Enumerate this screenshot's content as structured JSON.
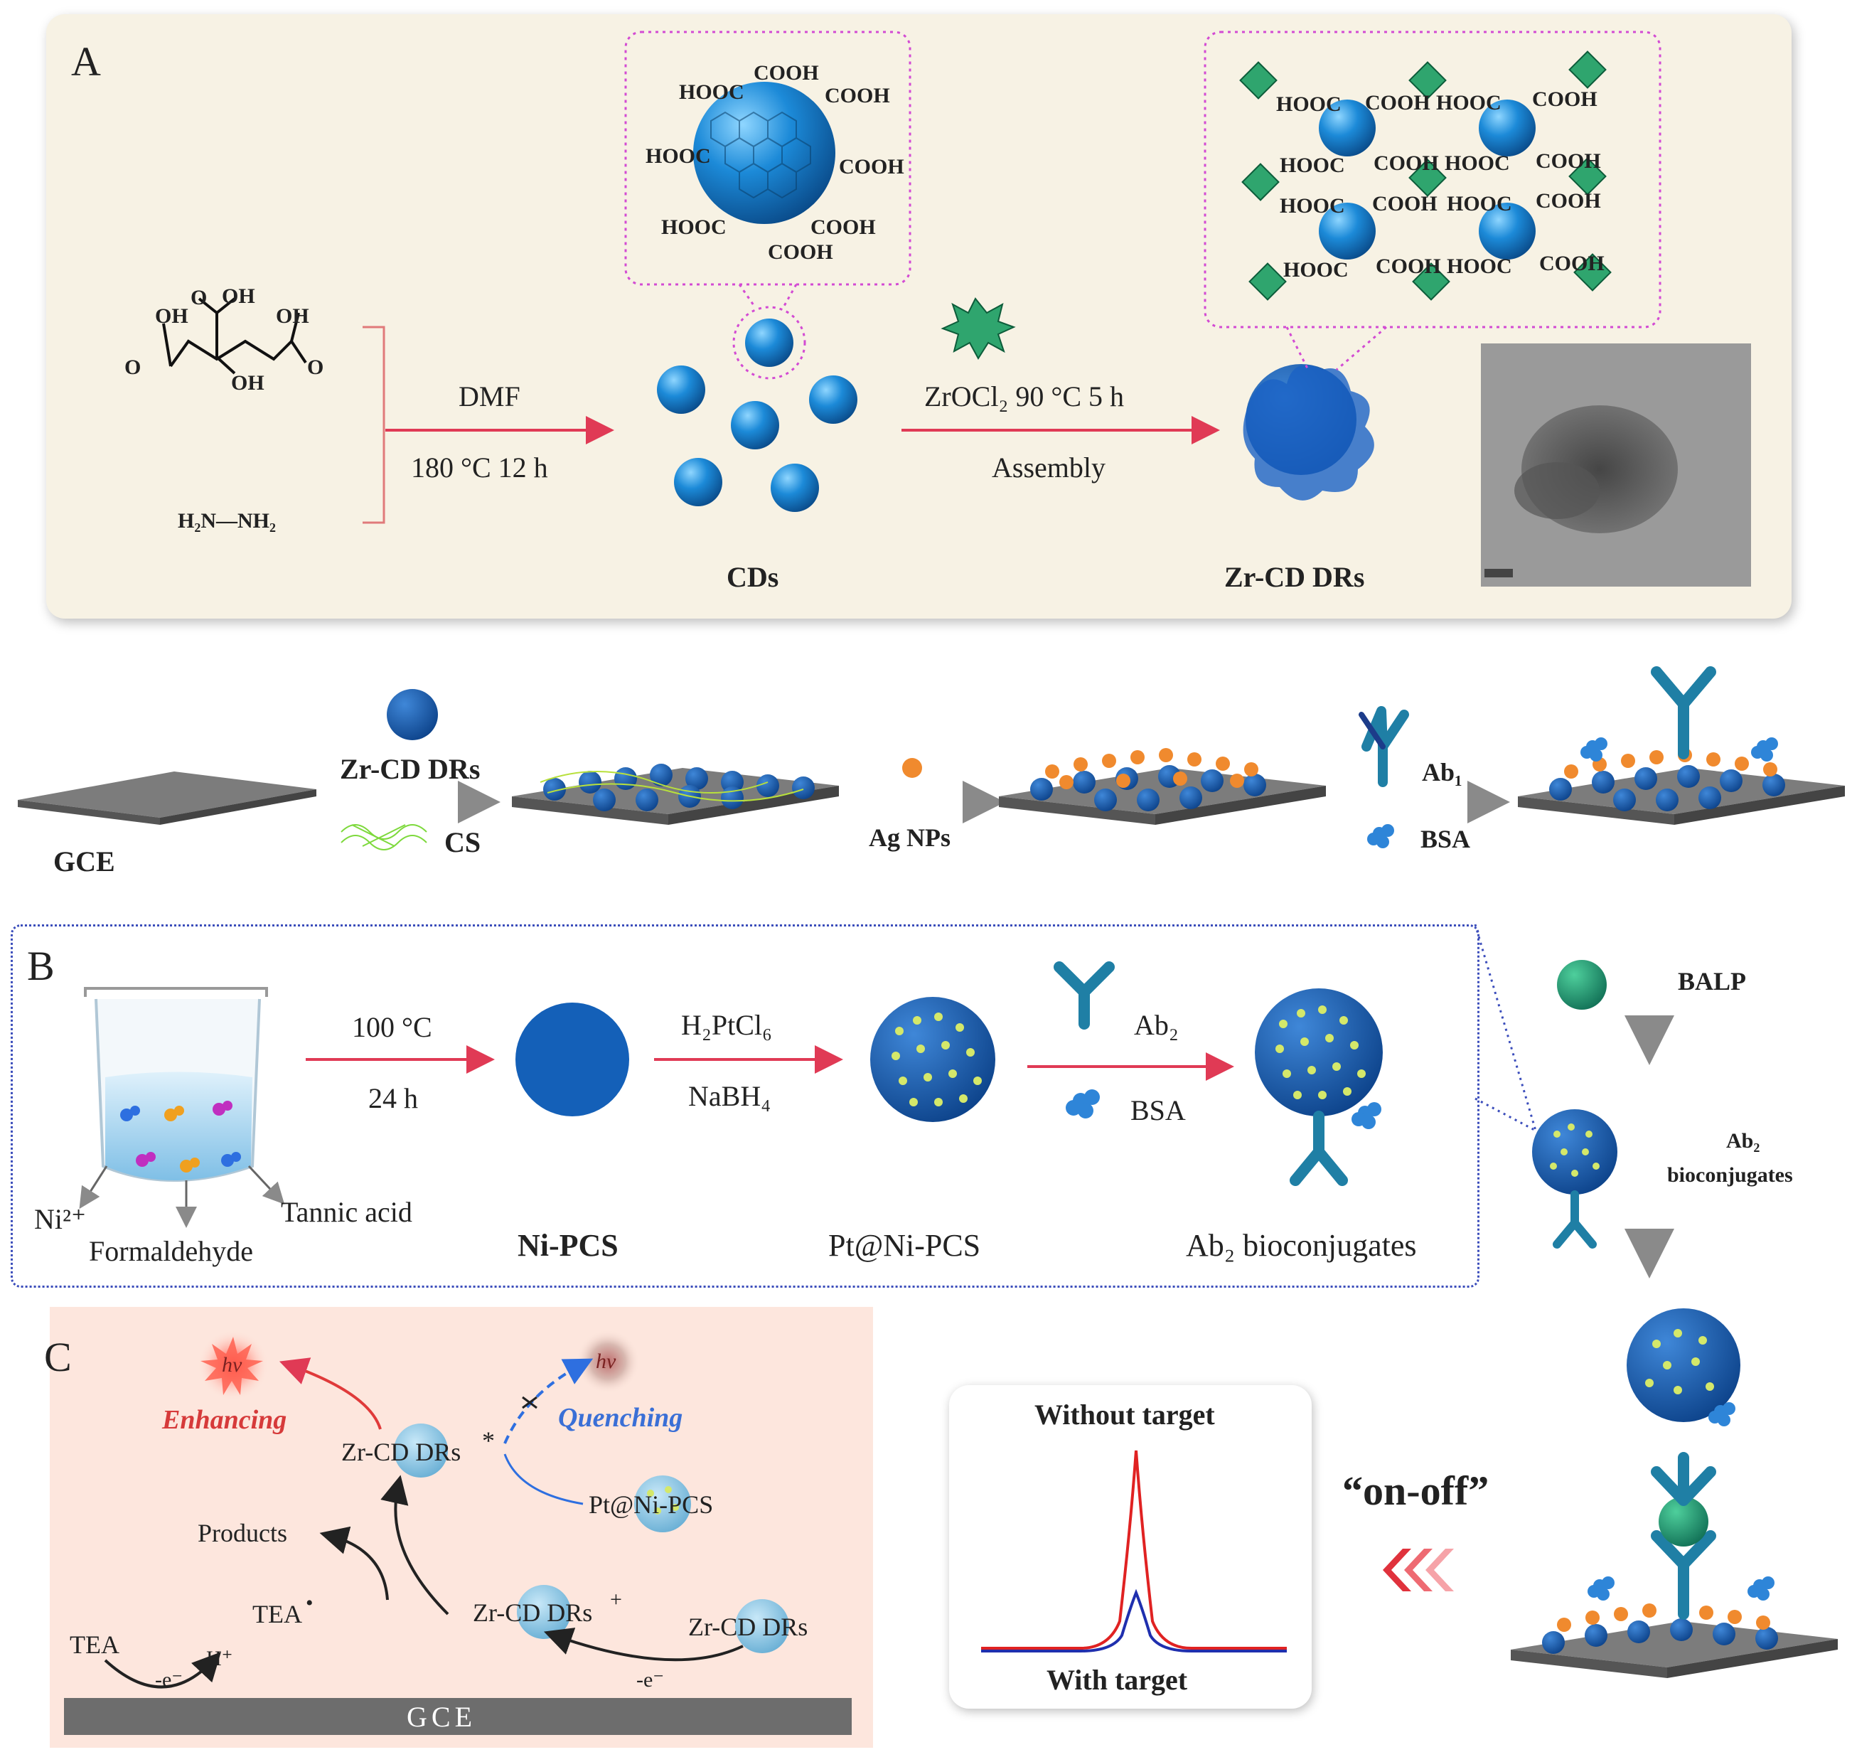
{
  "panel_a": {
    "letter": "A",
    "precursor_top_labels": {
      "oh1": "OH",
      "oh2": "OH",
      "oh3": "OH",
      "oh4": "OH",
      "o1": "O",
      "o2": "O",
      "o3": "O"
    },
    "precursor_bottom": "H₂N—NH₂",
    "step1_reagent": "DMF",
    "step1_condition": "180 °C  12 h",
    "cd_label": "CDs",
    "cd_groups": [
      "COOH",
      "HOOC",
      "COOH",
      "HOOC",
      "COOH",
      "HOOC",
      "COOH",
      "COOH"
    ],
    "step2_reagent": "ZrOCl₂   90 °C  5 h",
    "step2_process": "Assembly",
    "product_label": "Zr-CD DRs",
    "mof_groups": [
      "HOOC",
      "COOH",
      "HOOC",
      "COOH",
      "HOOC",
      "COOH",
      "HOOC",
      "COOH",
      "HOOC",
      "COOH",
      "HOOC",
      "COOH",
      "HOOC",
      "COOH",
      "HOOC",
      "COOH"
    ]
  },
  "middle_row": {
    "gce_label": "GCE",
    "zr_label": "Zr-CD DRs",
    "cs_label": "CS",
    "ag_label": "Ag NPs",
    "ab1_label": "Ab₁",
    "bsa_label": "BSA",
    "balp_label": "BALP",
    "ab2_bioconj_label_1": "Ab₂",
    "ab2_bioconj_label_2": "bioconjugates"
  },
  "panel_b": {
    "letter": "B",
    "ni_label": "Ni²⁺",
    "formaldehyde_label": "Formaldehyde",
    "tannic_label": "Tannic acid",
    "step1_temp": "100 °C",
    "step1_time": "24 h",
    "ni_pcs_label": "Ni-PCS",
    "step2_reagent": "H₂PtCl₆",
    "step2_reducer": "NaBH₄",
    "pt_label": "Pt@Ni-PCS",
    "step3_ab": "Ab₂",
    "step3_bsa": "BSA",
    "product_label": "Ab₂ bioconjugates"
  },
  "panel_c": {
    "letter": "C",
    "hv1": "hv",
    "hv2": "hv",
    "enhancing": "Enhancing",
    "quenching": "Quenching",
    "zr_excited": "Zr-CD DRs",
    "excited_mark": "*",
    "pt_label": "Pt@Ni-PCS",
    "products": "Products",
    "tea_radical": "TEA",
    "radical_dot": "•",
    "zr_cation": "Zr-CD DRs",
    "cation_mark": "+",
    "zr_ground": "Zr-CD DRs",
    "tea": "TEA",
    "e1": "-e⁻",
    "h": "H⁺",
    "e2": "-e⁻",
    "gce": "GCE"
  },
  "graph": {
    "top_label": "Without target",
    "bottom_label": "With target",
    "switch_label": "“on-off”",
    "red_color": "#e02222",
    "blue_color": "#1f2fae"
  }
}
